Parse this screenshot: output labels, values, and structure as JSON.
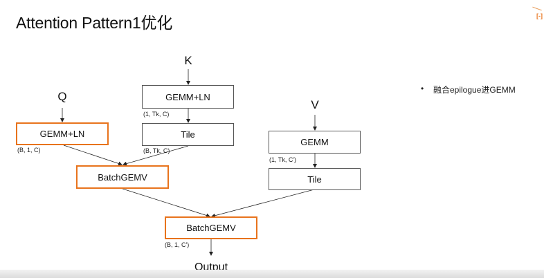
{
  "slide": {
    "title": "Attention Pattern1优化",
    "accent_color": "#e8731c",
    "logo": {
      "name": "company-logo",
      "glyph": "[-]"
    }
  },
  "diagram": {
    "inputs": {
      "q": "Q",
      "k": "K",
      "v": "V",
      "output": "Output"
    },
    "nodes": {
      "q_gemm_ln": {
        "label": "GEMM+LN",
        "highlighted": true
      },
      "k_gemm_ln": {
        "label": "GEMM+LN",
        "highlighted": false
      },
      "k_tile": {
        "label": "Tile",
        "highlighted": false
      },
      "v_gemm": {
        "label": "GEMM",
        "highlighted": false
      },
      "v_tile": {
        "label": "Tile",
        "highlighted": false
      },
      "batch_gemv_1": {
        "label": "BatchGEMV",
        "highlighted": true
      },
      "batch_gemv_2": {
        "label": "BatchGEMV",
        "highlighted": true
      }
    },
    "shapes": {
      "q_gemm_ln_out": "(B, 1, C)",
      "k_gemm_ln_out": "(1, Tk, C)",
      "k_tile_out": "(B, Tk, C)",
      "v_gemm_out": "(1, Tk, C')",
      "batch_gemv_2_out": "(B, 1, C')"
    }
  },
  "notes": {
    "bullets": [
      "融合epilogue进GEMM"
    ],
    "bullet_glyph": "•"
  }
}
